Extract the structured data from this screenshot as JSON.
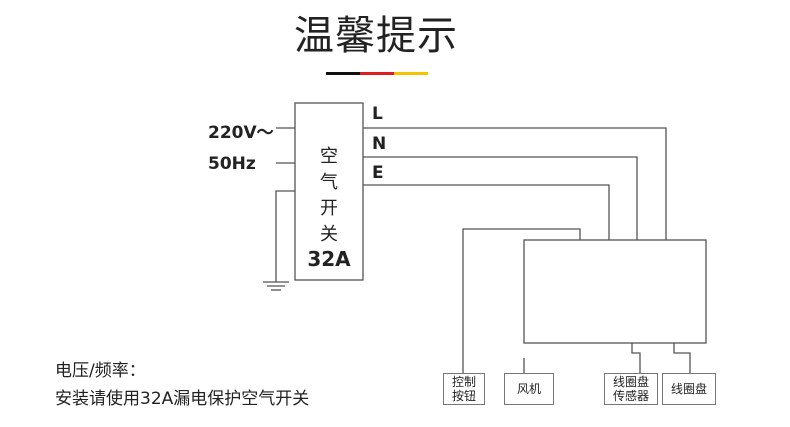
{
  "title": "温馨提示",
  "title_bar_colors": [
    "#111111",
    "#e11b22",
    "#f5c400"
  ],
  "supply": {
    "voltage": "220V～",
    "frequency": "50Hz"
  },
  "breaker": {
    "chars": [
      "空",
      "气",
      "开",
      "关"
    ],
    "rating": "32A"
  },
  "lines": {
    "l": "L",
    "n": "N",
    "e": "E"
  },
  "terminals": {
    "control_button": [
      "控制",
      "按钮"
    ],
    "fan": "风机",
    "coil_sensor": [
      "线圈盘",
      "传感器"
    ],
    "coil": "线圈盘"
  },
  "notes": {
    "line1": "电压/频率：",
    "line2": "安装请使用32A漏电保护空气开关"
  }
}
